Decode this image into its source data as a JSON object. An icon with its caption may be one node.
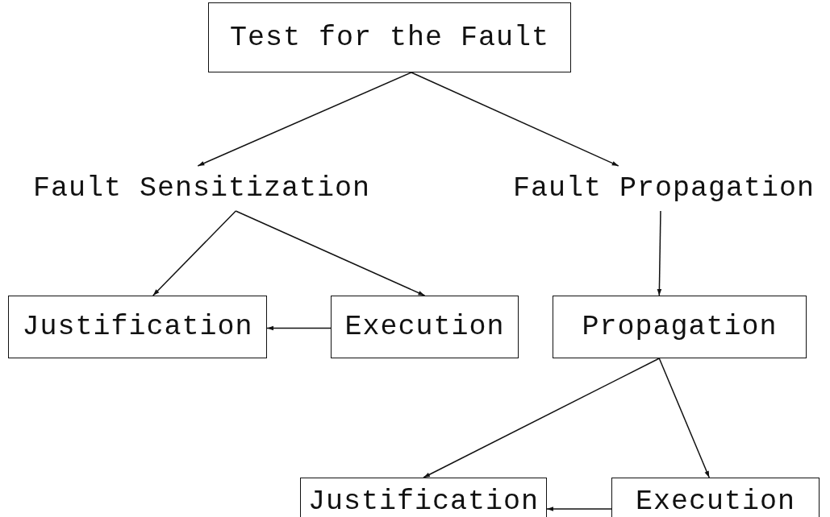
{
  "diagram": {
    "nodes": [
      {
        "text": [
          "Test for the Fault"
        ]
      },
      {
        "text": [
          "Fault Sensitization"
        ]
      },
      {
        "text": [
          "Fault Propagation"
        ]
      },
      {
        "text": [
          "Justification"
        ]
      },
      {
        "text": [
          "Execution"
        ]
      },
      {
        "text": [
          "Propagation"
        ]
      },
      {
        "text": [
          "Justification"
        ]
      },
      {
        "text": [
          "Execution"
        ]
      }
    ],
    "edges": [
      {
        "from": 0,
        "to": 1,
        "arrow": "to"
      },
      {
        "from": 0,
        "to": 2,
        "arrow": "to"
      },
      {
        "from": 1,
        "to": 3,
        "arrow": "to"
      },
      {
        "from": 1,
        "to": 4,
        "arrow": "to"
      },
      {
        "from": 4,
        "to": 3,
        "arrow": "to"
      },
      {
        "from": 2,
        "to": 5,
        "arrow": "to"
      },
      {
        "from": 5,
        "to": 6,
        "arrow": "to"
      },
      {
        "from": 5,
        "to": 7,
        "arrow": "to"
      },
      {
        "from": 7,
        "to": 6,
        "arrow": "to"
      }
    ]
  }
}
